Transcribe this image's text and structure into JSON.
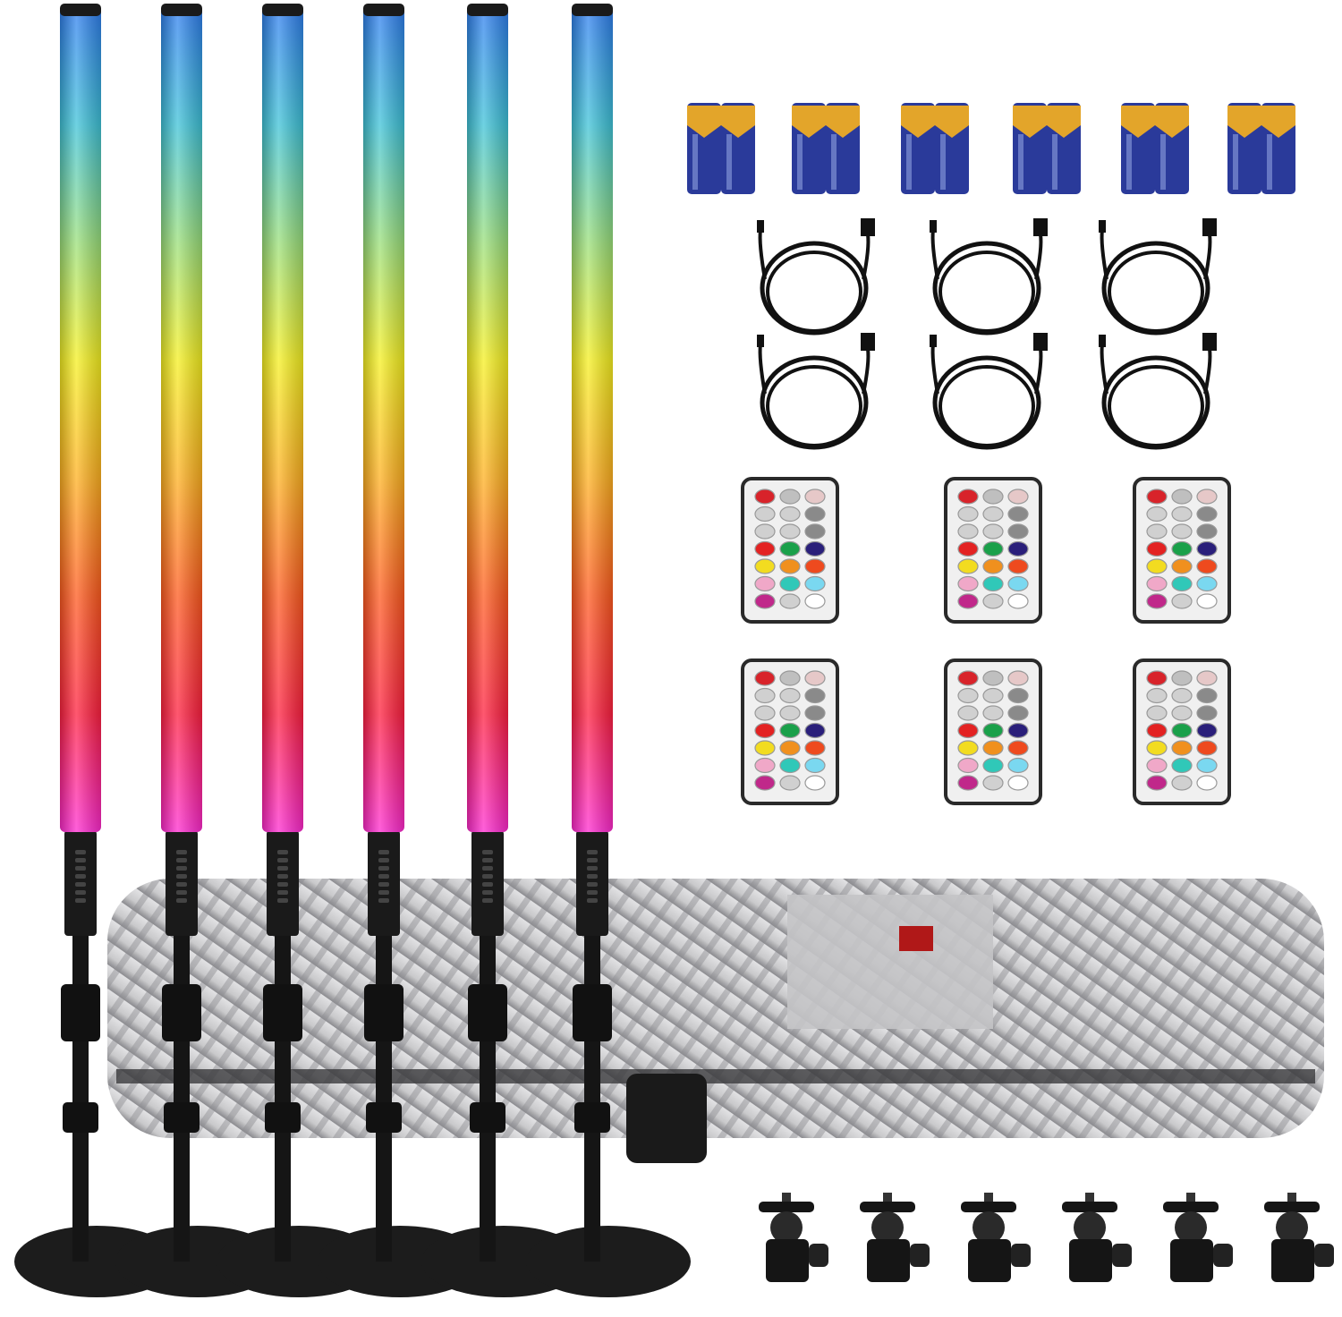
{
  "product": {
    "light_tubes": {
      "count": 6,
      "gradient": [
        "#2f7df0",
        "#3fc3d8",
        "#9be07a",
        "#f6f020",
        "#ffb020",
        "#ff5a1f",
        "#ff2040",
        "#ff2ad0"
      ]
    },
    "batteries": {
      "count": 6,
      "colors": {
        "body": "#2a3a9a",
        "cap": "#e3a52a"
      }
    },
    "usb_cables": {
      "count": 6,
      "color": "#111111"
    },
    "remotes": {
      "count": 6,
      "button_colors": [
        "#d8232a",
        "#bfbfbf",
        "#e6c8c8",
        "#d0d0d0",
        "#d0d0d0",
        "#8a8a8a",
        "#d0d0d0",
        "#d0d0d0",
        "#8a8a8a",
        "#e32222",
        "#1aa04a",
        "#2a1f7a",
        "#f2dc20",
        "#f0901e",
        "#ee4a1e",
        "#f0a8c8",
        "#30c8b8",
        "#7ad8f0",
        "#c0288a",
        "#d0d0d0",
        "#ffffff"
      ]
    },
    "carry_case": {
      "color": "#c9c9cb",
      "stripe_color": "#8c8c90",
      "badge_color": "#b01818"
    },
    "ball_heads": {
      "count": 6,
      "color": "#151515"
    }
  }
}
